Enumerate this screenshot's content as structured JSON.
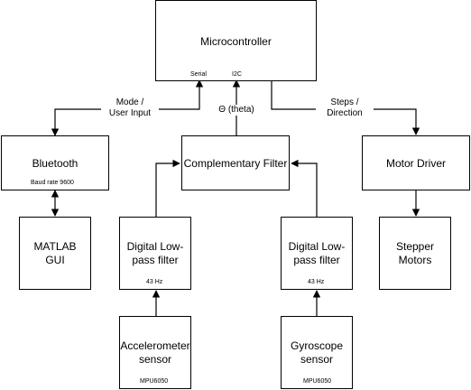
{
  "blocks": {
    "microcontroller": {
      "title": "Microcontroller",
      "port_serial": "Serial",
      "port_i2c": "I2C"
    },
    "bluetooth": {
      "title": "Bluetooth",
      "sub": "Baud rate 9600"
    },
    "matlab": {
      "line1": "MATLAB",
      "line2": "GUI"
    },
    "complementary": {
      "title": "Complementary Filter"
    },
    "motor_driver": {
      "title": "Motor Driver"
    },
    "stepper": {
      "line1": "Stepper",
      "line2": "Motors"
    },
    "lpf_left": {
      "line1": "Digital Low-",
      "line2": "pass filter",
      "sub": "43 Hz"
    },
    "lpf_right": {
      "line1": "Digital Low-",
      "line2": "pass filter",
      "sub": "43 Hz"
    },
    "accel": {
      "line1": "Accelerometer",
      "line2": "sensor",
      "sub": "MPU6050"
    },
    "gyro": {
      "line1": "Gyroscope",
      "line2": "sensor",
      "sub": "MPU6050"
    }
  },
  "edges": {
    "mode": {
      "line1": "Mode /",
      "line2": "User Input"
    },
    "theta": {
      "label": "Θ (theta)"
    },
    "steps": {
      "line1": "Steps /",
      "line2": "Direction"
    }
  }
}
